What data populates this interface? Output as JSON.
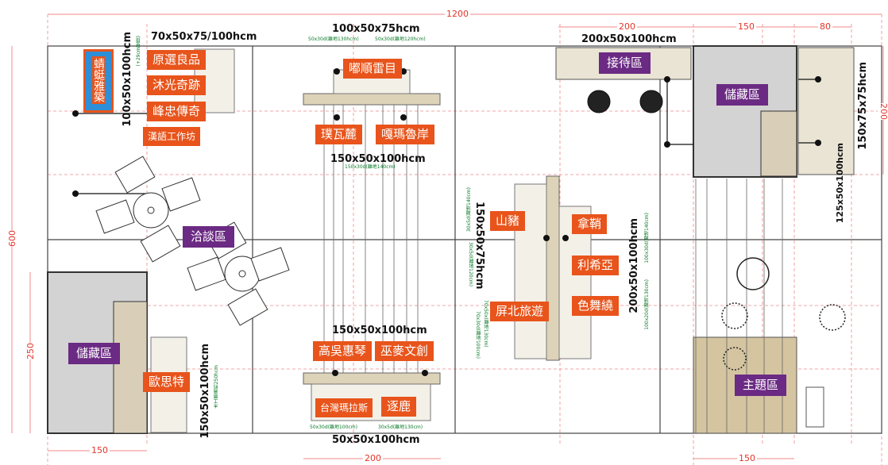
{
  "overall": {
    "width": "1200",
    "height": "600",
    "left_250": "250",
    "right_150": "150",
    "bottom_left_150": "150",
    "bottom_mid_200": "200",
    "bottom_right_150": "150",
    "top_200": "200",
    "top_150": "150",
    "top_80": "80",
    "right_200": "200"
  },
  "booths": {
    "jingting": "蜻蜓雅築",
    "yuanxuan": "原選良品",
    "muguang": "沐光奇跡",
    "fengzhi": "峰忠傳奇",
    "hanlu": "漢語工作坊",
    "dushun": "嘟順雷目",
    "puwali": "璞瓦麓",
    "gama": "嘎瑪魯岸",
    "gaowu": "高吳惠琴",
    "wumai": "巫麥文創",
    "taiwan_marasi": "台灣瑪拉斯",
    "zhulu": "逐鹿",
    "shanzhu": "山豬",
    "nabu": "拿鞘",
    "lixiya": "利希亞",
    "sewurao": "色舞繞",
    "pingbei": "屏北旅遊",
    "ousite": "歐思特"
  },
  "zones": {
    "reception": "接待區",
    "storage_top": "儲藏區",
    "storage_left": "儲藏區",
    "negotiation": "洽談區",
    "theme": "主題區"
  },
  "dims": {
    "d1": "70x50x75/100hcm",
    "d2": "100x50x75hcm",
    "d2_note_a": "50x30d(離地130hcm)",
    "d2_note_b": "50x30d(離地120hcm)",
    "d3": "200x50x100hcm",
    "d4": "100x50x100hcm",
    "d4_note": "(+29cm壁掛)",
    "d5": "150x50x100hcm",
    "d5_note": "150x30d(離地140cm)",
    "d6": "150x50x75hcm",
    "d6_note_a": "30x5d(離地140cm)",
    "d6_note_b": "30x5d(離地120cm)",
    "d7": "200x50x100hcm",
    "d7_note_a": "100x30d(離地140cm)",
    "d7_note_b": "100x20d(離地130cm)",
    "d8": "150x50x100hcm",
    "d9": "50x50x100hcm",
    "d9_note_a": "50x30d(離地100cm)",
    "d9_note_b": "30x5d(離地130cm)",
    "d10": "150x50x100hcm",
    "d10_note": "木工層高約250hcm",
    "d11": "150x75x75hcm",
    "d12": "125x50x100hcm",
    "d13_note_a": "70x50x(離地130cm)",
    "d13_note_b": "70x30d(離地100cm)"
  }
}
